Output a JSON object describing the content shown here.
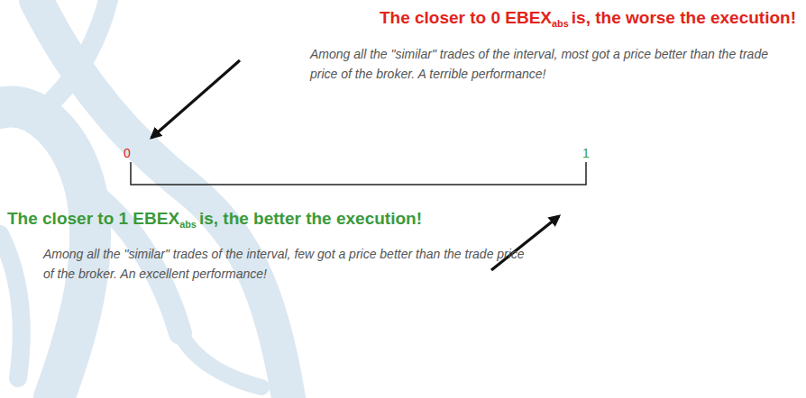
{
  "diagram": {
    "labels": [
      "The closer to 0 EBEX",
      "abs",
      "is, the worse the execution!",
      "Among all the \"similar\" trades of the interval, most got a price better than the trade price of the broker. A terrible performance!",
      "0",
      "1",
      "The closer to 1 EBEX",
      "abs",
      "is, the better the execution!",
      "Among all the \"similar\" trades of the interval, few got a price better than the trade price of the broker. An excellent performance!"
    ]
  }
}
